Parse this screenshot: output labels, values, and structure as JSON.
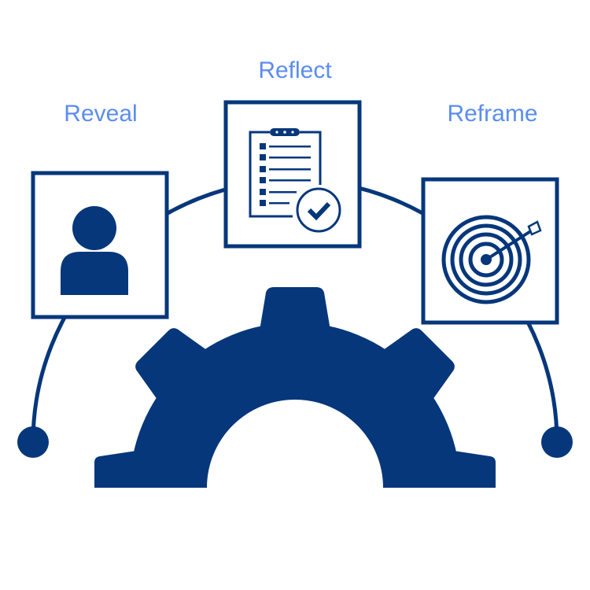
{
  "colors": {
    "primary": "#06377B",
    "label": "#5B8DEF"
  },
  "stages": [
    {
      "label": "Reveal",
      "icon": "person-icon"
    },
    {
      "label": "Reflect",
      "icon": "clipboard-check-icon"
    },
    {
      "label": "Reframe",
      "icon": "target-arrow-icon"
    }
  ],
  "center_icon": "gear-icon"
}
